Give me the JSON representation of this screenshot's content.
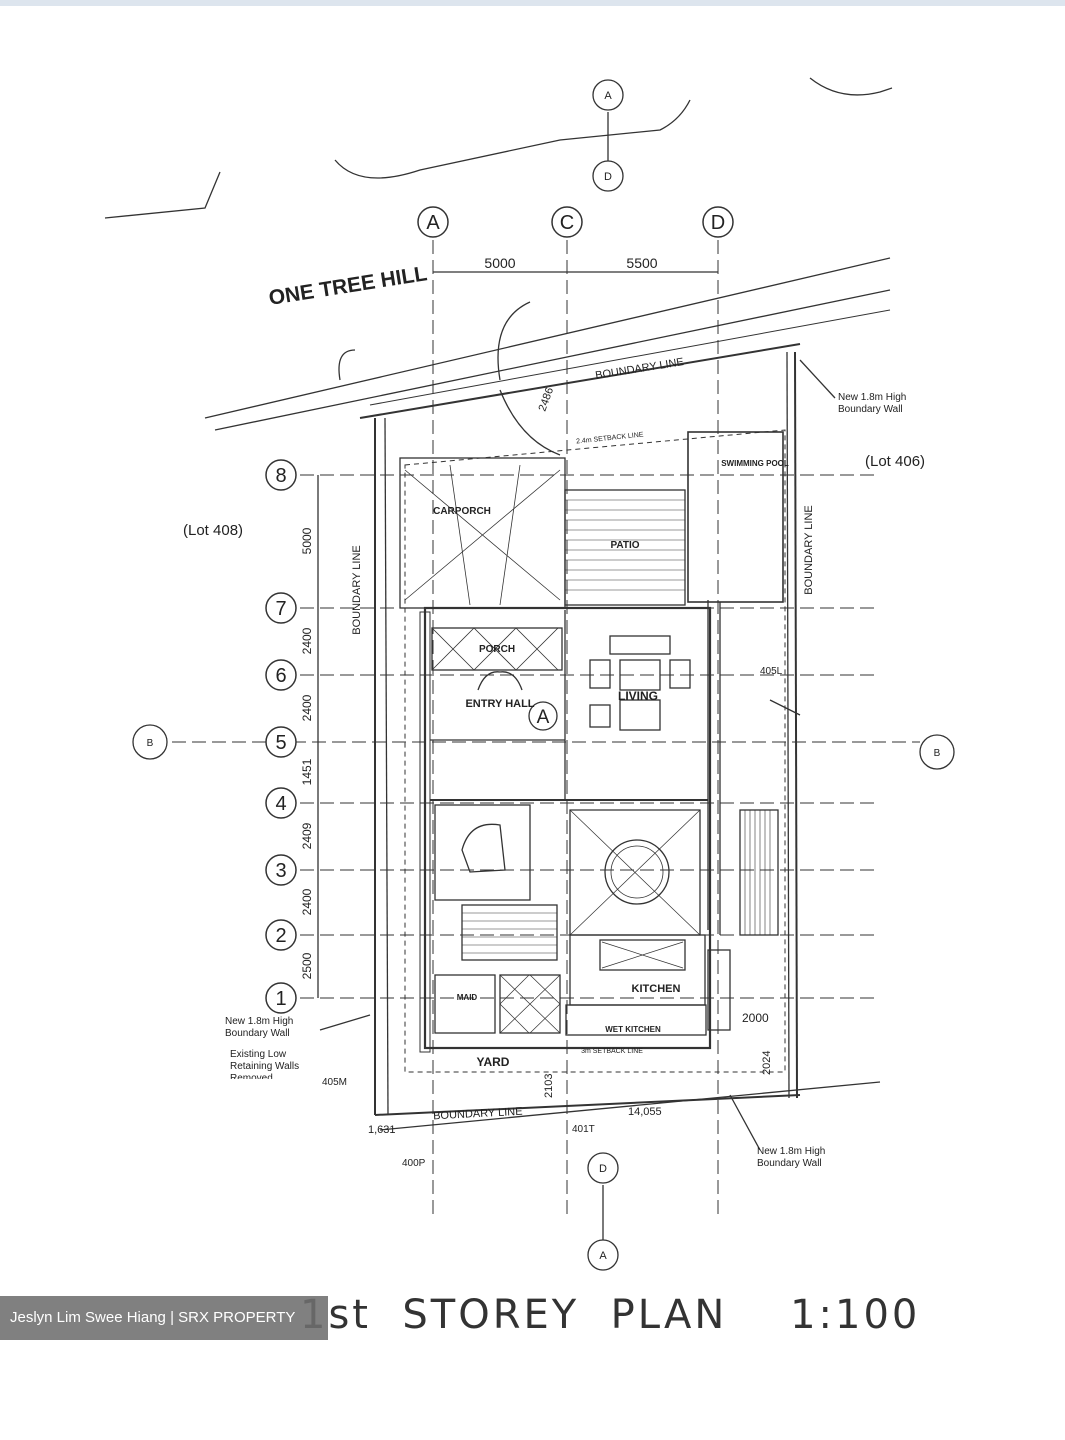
{
  "street": "ONE TREE HILL",
  "grid_columns": [
    "A",
    "C",
    "D"
  ],
  "column_spacings": [
    "5000",
    "5500"
  ],
  "grid_rows": [
    {
      "label": "8",
      "spacing": "5000"
    },
    {
      "label": "7",
      "spacing": "2400"
    },
    {
      "label": "6",
      "spacing": "2400"
    },
    {
      "label": "5",
      "spacing": "1451"
    },
    {
      "label": "4",
      "spacing": "2409"
    },
    {
      "label": "3",
      "spacing": "2400"
    },
    {
      "label": "2",
      "spacing": "2500"
    },
    {
      "label": "1",
      "spacing": ""
    }
  ],
  "section_markers": [
    "A",
    "D"
  ],
  "side_marker": "B",
  "lots": {
    "left": "(Lot 408)",
    "right": "(Lot 406)"
  },
  "rooms": {
    "carporch": "CARPORCH",
    "patio": "PATIO",
    "swimming_pool": "SWIMMING POOL",
    "porch": "PORCH",
    "entry_hall": "ENTRY HALL",
    "living": "LIVING",
    "kitchen": "KITCHEN",
    "wet_kitchen": "WET KITCHEN",
    "yard": "YARD",
    "maid": "MAID"
  },
  "boundary_label": "BOUNDARY LINE",
  "setback_labels": {
    "front": "2.4m SETBACK LINE",
    "rear": "3m SETBACK LINE"
  },
  "notes": {
    "wall_left": "New 1.8m High Boundary Wall",
    "retaining": "Existing Low Retaining Walls Removed",
    "wall_right_top": "New 1.8m High Boundary Wall",
    "wall_bottom": "New 1.8m High Boundary Wall"
  },
  "dims": {
    "d2486": "2486",
    "d2000": "2000",
    "d2103": "2103",
    "d2024": "2024",
    "d14055": "14,055",
    "d1631": "1,631"
  },
  "lot_refs": {
    "l405m": "405M",
    "l400p": "400P",
    "l401t": "401T",
    "l405l": "405L"
  },
  "view_marker": "A",
  "caption": "1st  STOREY  PLAN    1:100",
  "watermark": "Jeslyn Lim Swee Hiang | SRX PROPERTY"
}
